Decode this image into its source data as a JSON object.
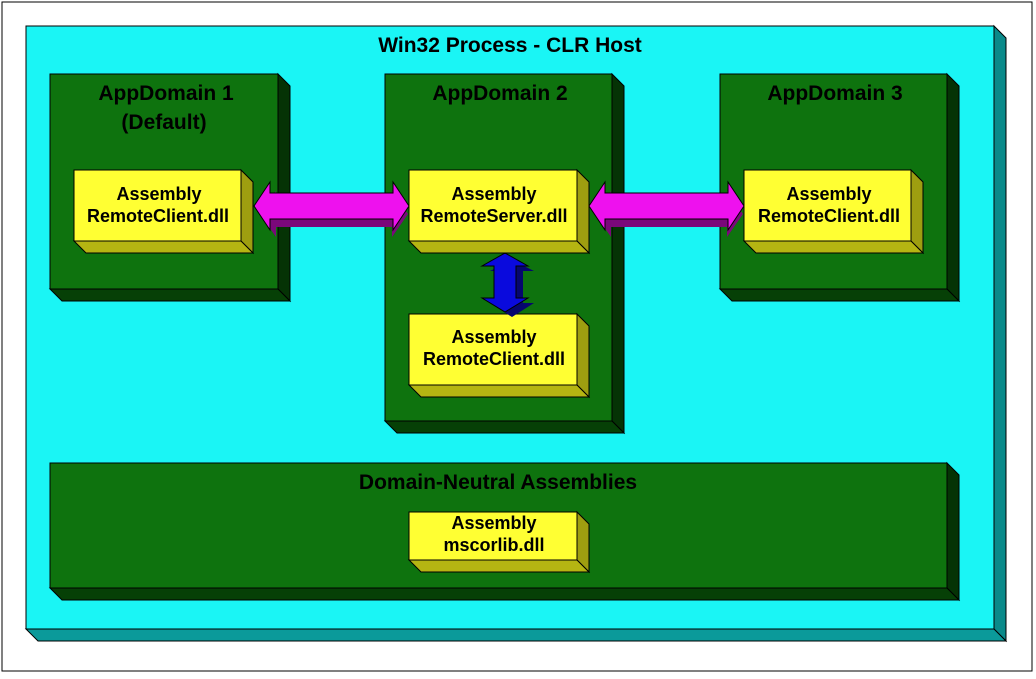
{
  "process": {
    "title": "Win32 Process - CLR Host",
    "color": "#1AF5F5"
  },
  "domains": [
    {
      "title_line1": "AppDomain 1",
      "title_line2": "(Default)"
    },
    {
      "title_line1": "AppDomain 2"
    },
    {
      "title_line1": "AppDomain 3"
    }
  ],
  "neutral": {
    "title": "Domain-Neutral Assemblies"
  },
  "assemblies": [
    {
      "line1": "Assembly",
      "line2": "RemoteClient.dll"
    },
    {
      "line1": "Assembly",
      "line2": "RemoteServer.dll"
    },
    {
      "line1": "Assembly",
      "line2": "RemoteClient.dll"
    },
    {
      "line1": "Assembly",
      "line2": "RemoteClient.dll"
    },
    {
      "line1": "Assembly",
      "line2": "mscorlib.dll"
    }
  ],
  "colors": {
    "domain": "#0E730E",
    "assembly": "#FFFF33",
    "cross_domain_arrow": "#EE11EE",
    "in_domain_arrow": "#0A0ADD"
  }
}
